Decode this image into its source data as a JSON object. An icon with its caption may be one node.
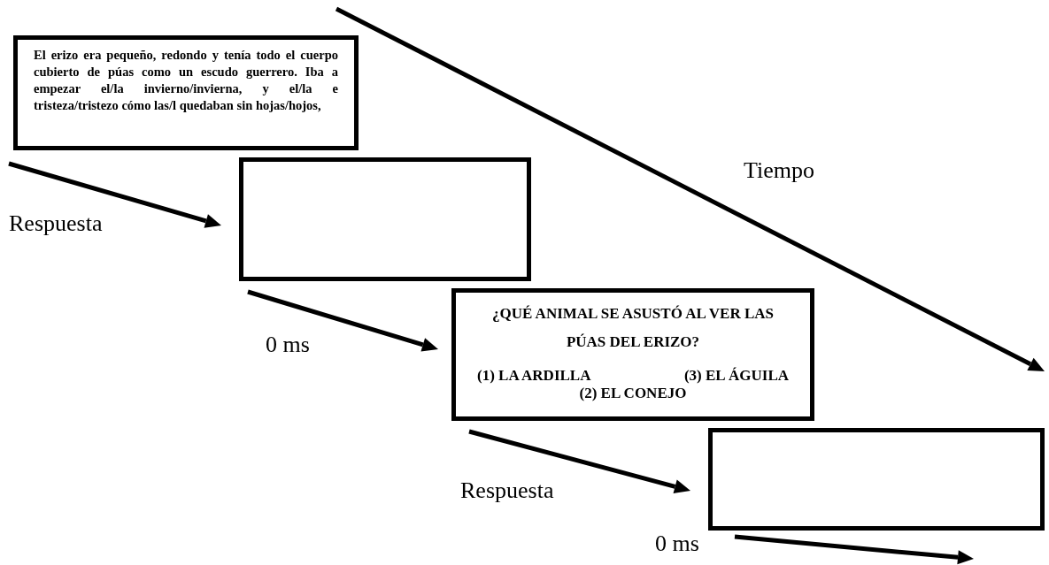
{
  "diagram": {
    "nodes": [
      {
        "text": [
          "El erizo era pequeño, redondo y tenía todo el cuerpo cubierto de púas como un escudo guerrero. Iba a empezar el/la invierno/invierna, y el/la e tristeza/tristezo cómo las/l quedaban sin hojas/hojos,"
        ]
      },
      {
        "text": [],
        "shape": "box"
      },
      {
        "text": [
          "¿QUÉ ANIMAL SE ASUSTÓ AL VER LAS PÚAS DEL ERIZO?",
          "(1) LA ARDILLA",
          "(3) EL ÁGUILA",
          "(2) EL CONEJO"
        ]
      },
      {
        "text": [],
        "shape": "box"
      }
    ],
    "labels": [
      "Tiempo",
      "Respuesta",
      "0 ms",
      "Respuesta",
      "0 ms"
    ]
  }
}
